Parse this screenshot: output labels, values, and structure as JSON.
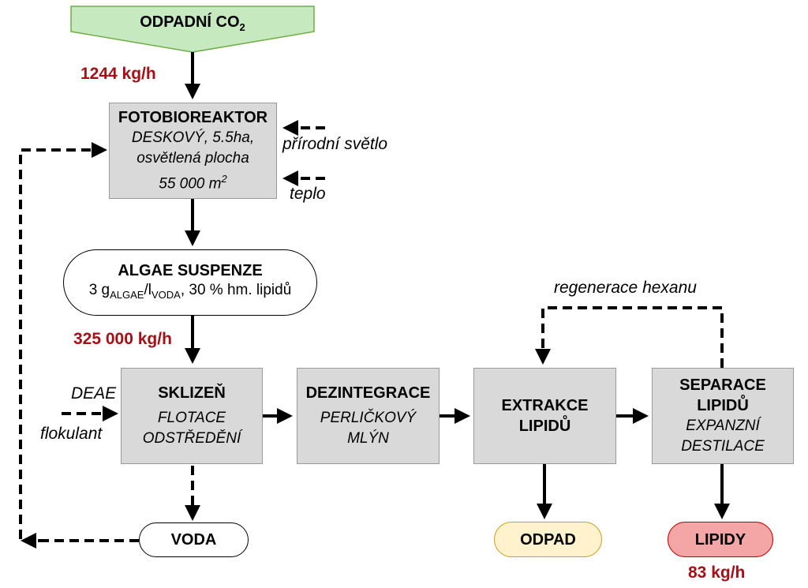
{
  "source": {
    "label": "ODPADNÍ CO",
    "subscript": "2",
    "fill": "#c6e9bf",
    "stroke": "#70ad47"
  },
  "flow_co2": "1244 kg/h",
  "photobioreactor": {
    "title": "FOTOBIOREAKTOR",
    "line1": "DESKOVÝ, 5.5ha,",
    "line2": "osvětlená plocha",
    "line3": "55 000 m",
    "line3_sup": "2"
  },
  "inputs": {
    "light": "přírodní světlo",
    "heat": "teplo"
  },
  "suspension": {
    "title": "ALGAE SUSPENZE",
    "p1": "3 g",
    "sub1": "ALGAE",
    "p2": "/l",
    "sub2": "VODA",
    "p3": ", 30 % hm. lipidů"
  },
  "flow_suspension": "325 000 kg/h",
  "flocculant": {
    "line1": "DEAE",
    "line2": "flokulant"
  },
  "harvest": {
    "title": "SKLIZEŇ",
    "line1": "FLOTACE",
    "line2": "ODSTŘEDĚNÍ"
  },
  "disintegration": {
    "title": "DEZINTEGRACE",
    "line1": "PERLIČKOVÝ",
    "line2": "MLÝN"
  },
  "extraction": {
    "title1": "EXTRAKCE",
    "title2": "LIPIDŮ"
  },
  "separation": {
    "title1": "SEPARACE",
    "title2": "LIPIDŮ",
    "line1": "EXPANZNÍ",
    "line2": "DESTILACE"
  },
  "regeneration": "regenerace hexanu",
  "water": {
    "label": "VODA"
  },
  "waste": {
    "label": "ODPAD",
    "fill": "#fff2cc",
    "stroke": "#c9a227"
  },
  "lipids": {
    "label": "LIPIDY",
    "fill": "#f4a6a6",
    "stroke": "#c00000"
  },
  "flow_lipids": "83 kg/h",
  "colors": {
    "flow": "#a50f15",
    "process_fill": "#d9d9d9"
  }
}
